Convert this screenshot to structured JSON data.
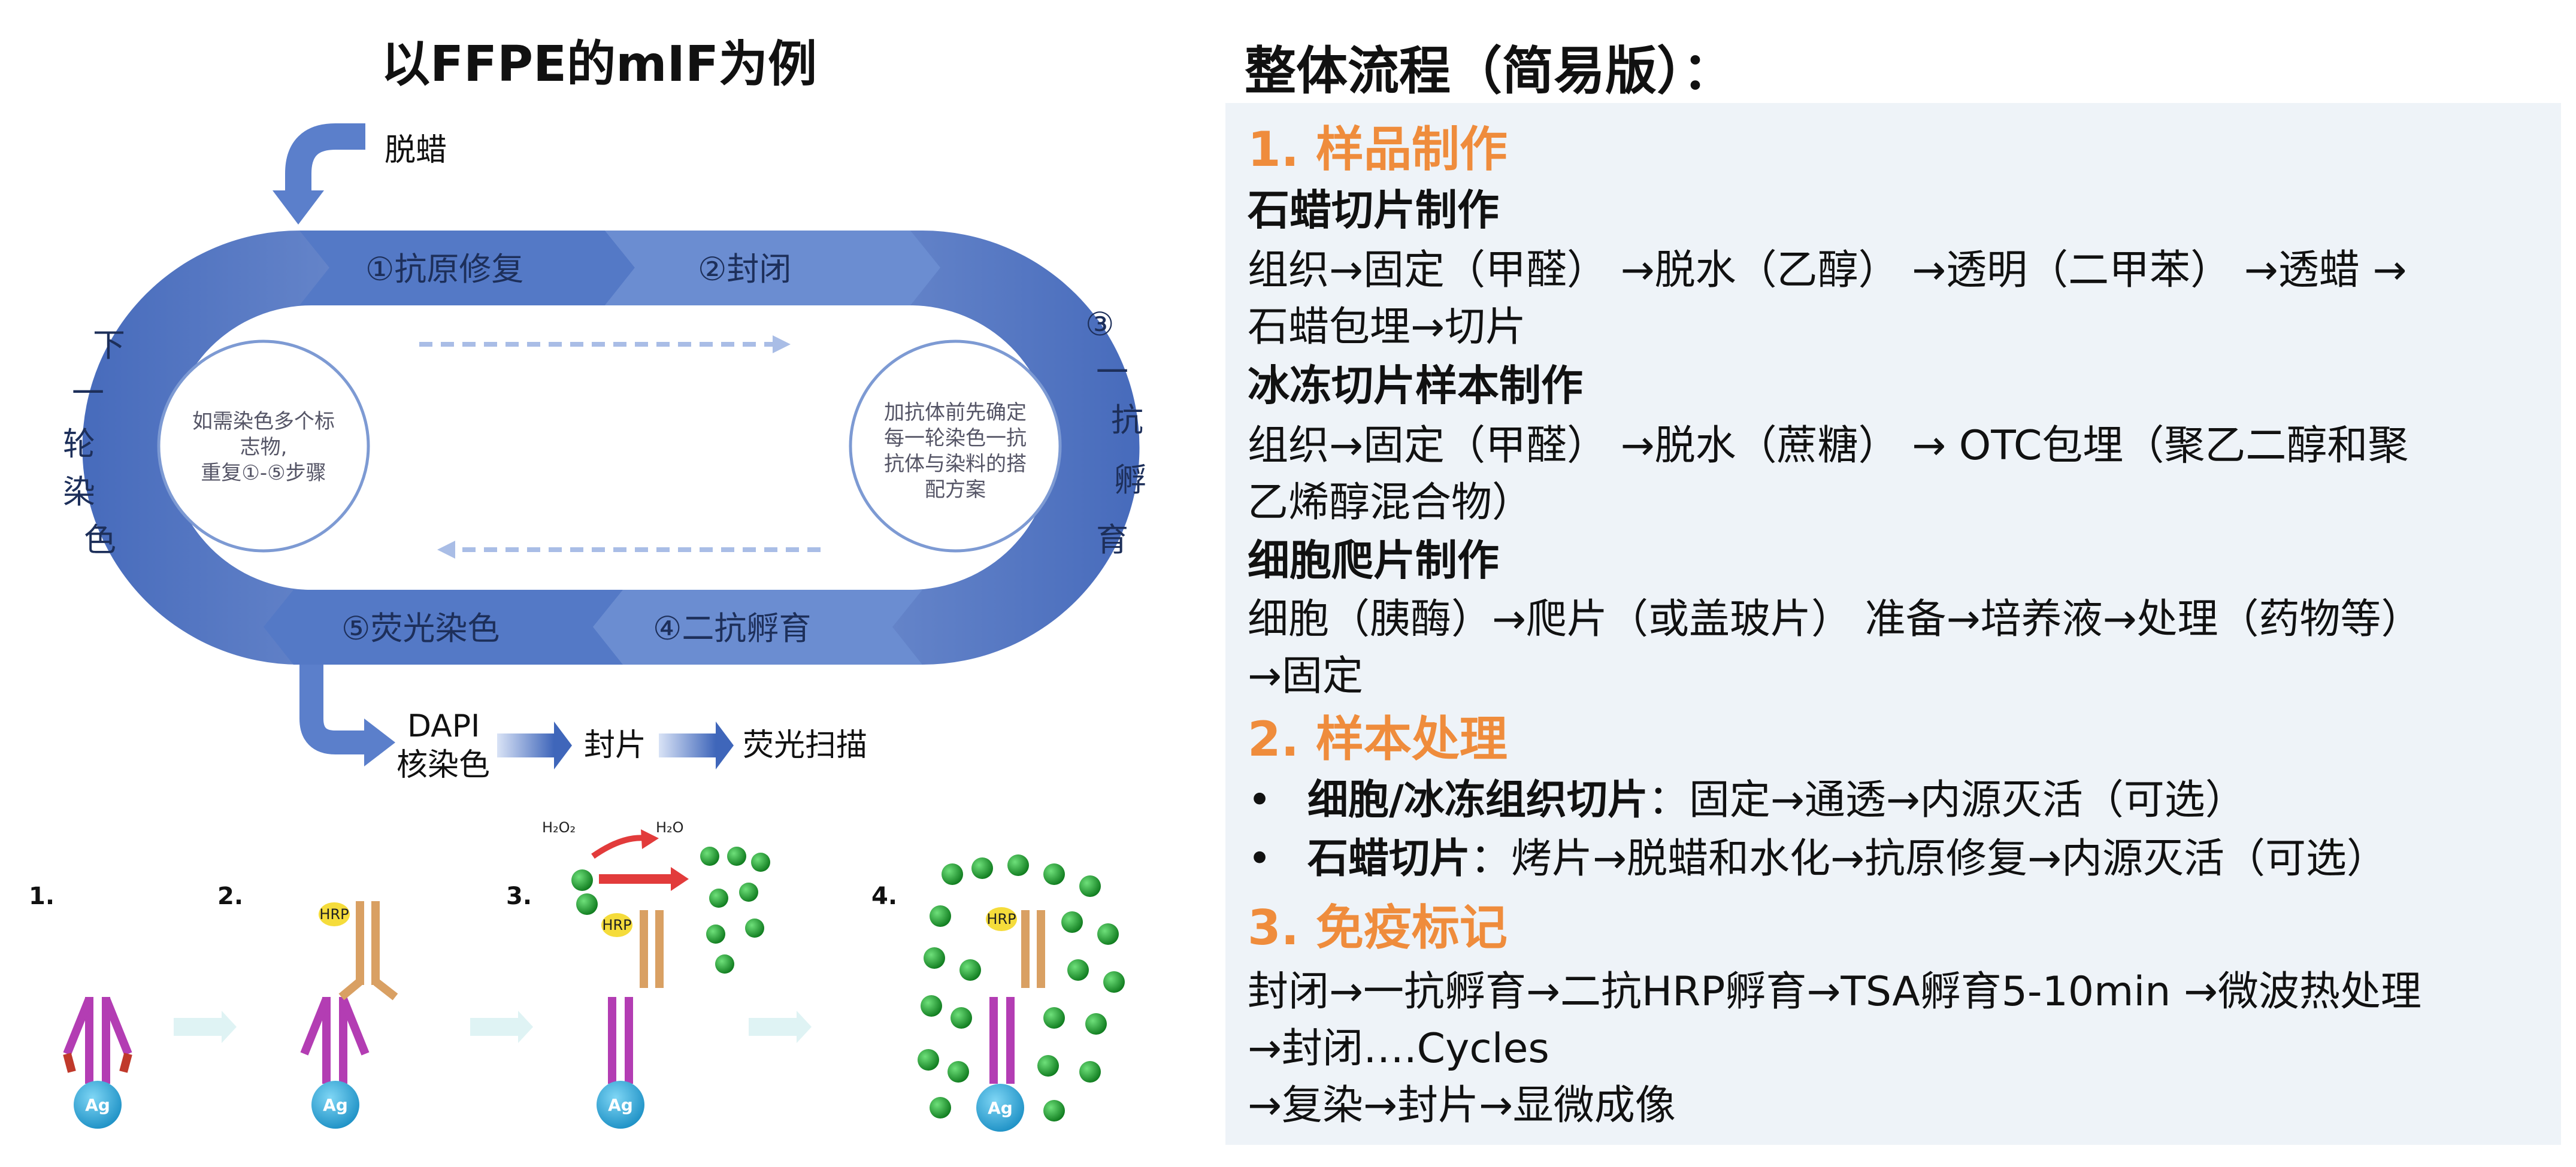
{
  "left": {
    "title": "以FFPE的mIF为例",
    "deparaffin": "脱蜡",
    "steps": {
      "s1": "①抗原修复",
      "s2": "②封闭",
      "s3_num": "③",
      "s3_chars": [
        "一",
        "抗",
        "孵",
        "育"
      ],
      "s4": "④二抗孵育",
      "s5": "⑤荧光染色",
      "next_round_chars": [
        "下",
        "一",
        "轮",
        "染",
        "色"
      ]
    },
    "note_left": [
      "如需染色多个标",
      "志物,",
      "重复①-⑤步骤"
    ],
    "note_right": [
      "加抗体前先确定",
      "每一轮染色一抗",
      "抗体与染料的搭",
      "配方案"
    ],
    "final_steps": {
      "dapi_1": "DAPI",
      "dapi_2": "核染色",
      "seal": "封片",
      "scan": "荧光扫描"
    },
    "mechanism": {
      "numbers": [
        "1.",
        "2.",
        "3.",
        "4."
      ],
      "antigen": "Ag",
      "hrp": "HRP",
      "h2o2": "H₂O₂",
      "h2o": "H₂O"
    }
  },
  "right": {
    "title": "整体流程（简易版）：",
    "sections": [
      {
        "heading": "1. 样品制作"
      },
      {
        "heading": "2. 样本处理"
      },
      {
        "heading": "3. 免疫标记"
      }
    ],
    "paraffin_title": "石蜡切片制作",
    "paraffin_line1": "组织→固定（甲醛） →脱水（乙醇） →透明（二甲苯） →透蜡 →",
    "paraffin_line2": "石蜡包埋→切片",
    "frozen_title": "冰冻切片样本制作",
    "frozen_line1": "组织→固定（甲醛） →脱水（蔗糖） → OTC包埋（聚乙二醇和聚",
    "frozen_line2": "乙烯醇混合物）",
    "cell_title": "细胞爬片制作",
    "cell_line1": "细胞（胰酶）→爬片（或盖玻片） 准备→培养液→处理（药物等）",
    "cell_line2": "→固定",
    "bullet1_bold": "细胞/冰冻组织切片",
    "bullet1_rest": "：固定→通透→内源灭活（可选）",
    "bullet2_bold": "石蜡切片",
    "bullet2_rest": "：烤片→脱蜡和水化→抗原修复→内源灭活（可选）",
    "immuno_line1": "封闭→一抗孵育→二抗HRP孵育→TSA孵育5-10min →微波热处理",
    "immuno_line2": "→封闭….Cycles",
    "immuno_line3": "→复染→封片→显微成像"
  },
  "colors": {
    "accent_orange": "#ef8c3c",
    "panel_bg": "#eef3f8",
    "flow_blue": "#4a6fc0",
    "flow_light": "#c7d5f0",
    "antibody_purple": "#b33db3",
    "antibody_orange": "#d9a063",
    "antigen_blue": "#2aa6d8",
    "fluor_green": "#1f9a2e"
  }
}
